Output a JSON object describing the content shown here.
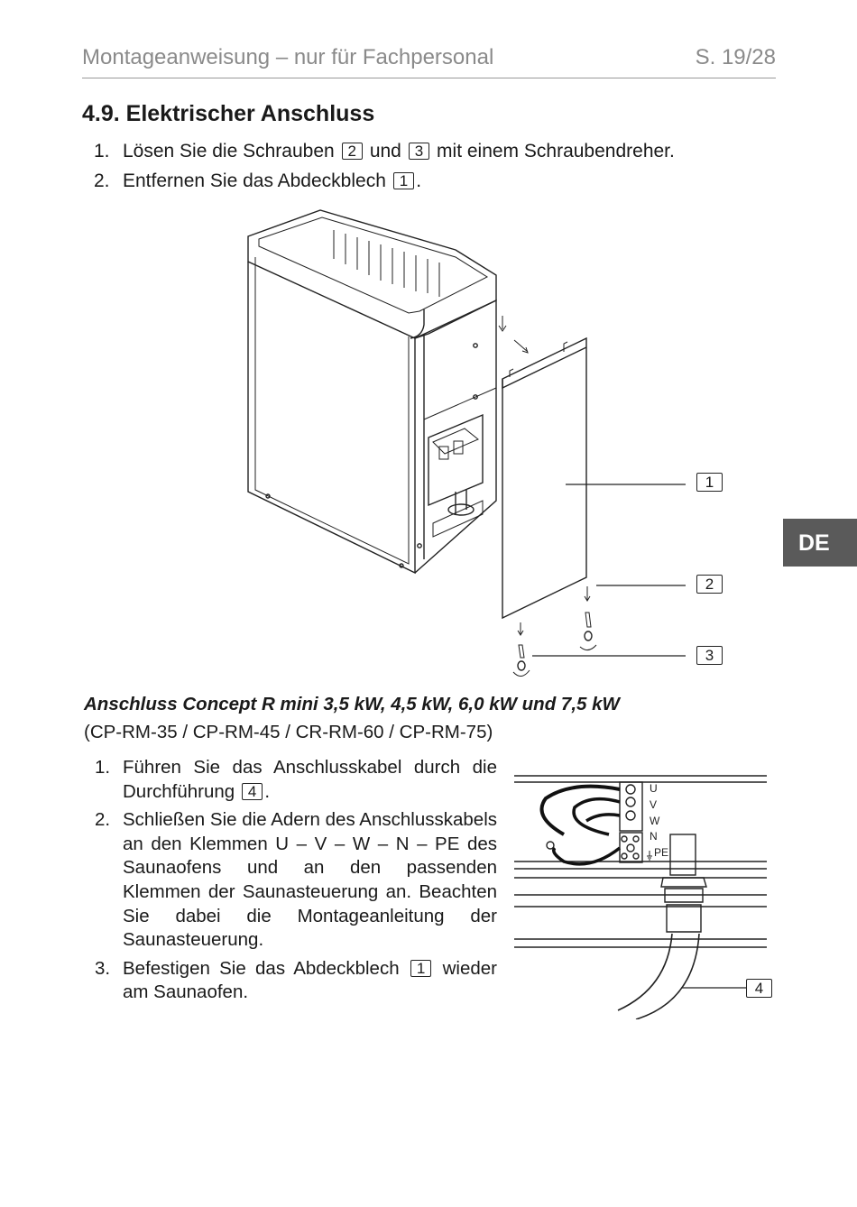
{
  "header": {
    "title": "Montageanweisung – nur für Fachpersonal",
    "page": "S. 19/28"
  },
  "section": {
    "title": "4.9. Elektrischer Anschluss"
  },
  "steps_removal": [
    {
      "num": "1.",
      "text_a": "Lösen Sie die Schrauben",
      "ref_a": "2",
      "text_b": "und",
      "ref_b": "3",
      "text_c": "mit einem Schraubendreher."
    },
    {
      "num": "2.",
      "text_a": "Entfernen Sie das Abdeckblech",
      "ref_a": "1",
      "text_b": "."
    }
  ],
  "figure1": {
    "callouts": [
      "1",
      "2",
      "3"
    ]
  },
  "side_tab": {
    "label": "DE"
  },
  "connection": {
    "heading": "Anschluss Concept R mini 3,5 kW, 4,5 kW, 6,0 kW und 7,5 kW",
    "models": "(CP-RM-35 / CP-RM-45 / CR-RM-60 / CP-RM-75)"
  },
  "steps_connect": [
    {
      "num": "1.",
      "text_a": "Führen Sie das Anschlusskabel durch die Durchführung",
      "ref": "4",
      "text_b": "."
    },
    {
      "num": "2.",
      "text": "Schließen Sie die Adern des Anschlusskabels an den Klemmen U – V – W – N – PE des Saunaofens und an den passenden Klemmen der Saunasteuerung an. Beachten Sie dabei die Montageanleitung der Saunasteuerung."
    },
    {
      "num": "3.",
      "text_a": "Befestigen Sie das Abdeckblech",
      "ref": "1",
      "text_b": "wieder am Saunaofen."
    }
  ],
  "figure2": {
    "terminal_labels": [
      "U",
      "V",
      "W",
      "N",
      "PE"
    ],
    "callout": "4"
  }
}
